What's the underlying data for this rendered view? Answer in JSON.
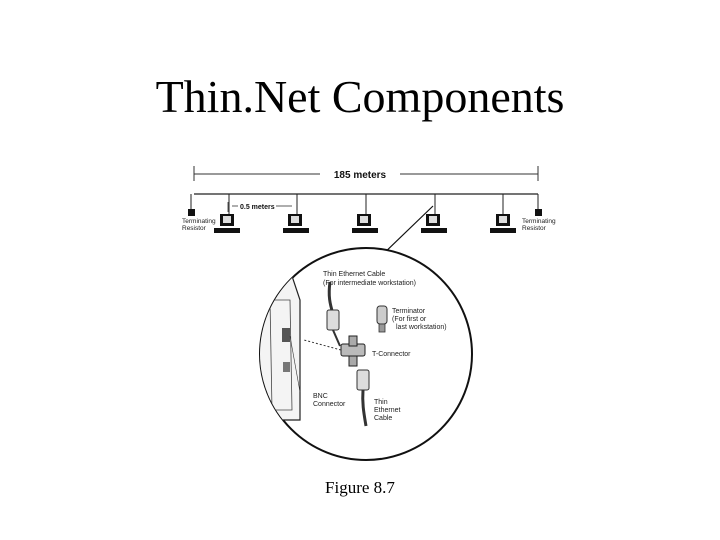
{
  "slide": {
    "title": "Thin.Net Components",
    "caption": "Figure 8.7"
  },
  "diagram": {
    "span_label": "185  meters",
    "drop_label": "0.5 meters",
    "terminator_left": [
      "Terminating",
      "Resistor"
    ],
    "terminator_right": [
      "Terminating",
      "Resistor"
    ],
    "detail": {
      "thin_cable_top": [
        "Thin Ethernet Cable",
        "(For intermediate workstation)"
      ],
      "terminator": [
        "Terminator",
        "(For first or",
        "last workstation)"
      ],
      "t_connector": "T-Connector",
      "bnc_connector": [
        "BNC",
        "Connector"
      ],
      "thin_cable_bottom": [
        "Thin",
        "Ethernet",
        "Cable"
      ]
    }
  },
  "colors": {
    "ink": "#111111",
    "line": "#333333",
    "hardware": "#555555"
  }
}
